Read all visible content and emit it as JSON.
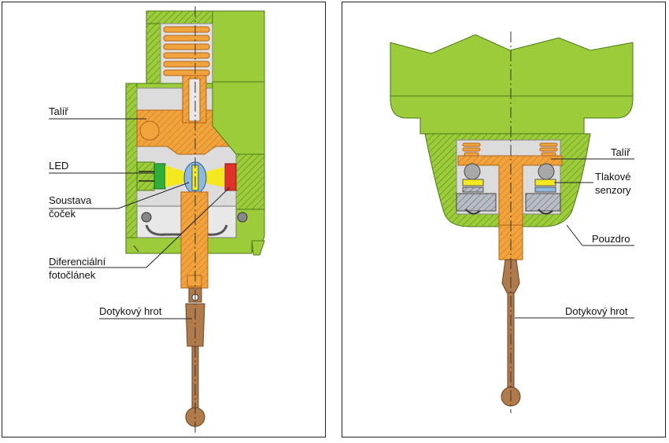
{
  "left_diagram": {
    "labels": {
      "plate": "Talíř",
      "led": "LED",
      "lens_line1": "Soustava",
      "lens_line2": "čoček",
      "photo_line1": "Diferenciální",
      "photo_line2": "fotočlánek",
      "stylus": "Dotykový hrot"
    }
  },
  "right_diagram": {
    "labels": {
      "plate": "Talíř",
      "sensors_line1": "Tlakové",
      "sensors_line2": "senzory",
      "housing": "Pouzdro",
      "stylus": "Dotykový hrot"
    }
  },
  "colors": {
    "housing_green": "#9ccc3a",
    "housing_stroke": "#4a7a16",
    "mechanism_orange": "#f2a43c",
    "mechanism_stroke": "#b0651a",
    "stylus_brown": "#b07a4a",
    "led_green": "#2fae3a",
    "photocell_red": "#e2312a",
    "light_yellow": "#f4e81e",
    "lens_blue": "#8fb8e0",
    "cavity_grey": "#d8d8d8"
  }
}
